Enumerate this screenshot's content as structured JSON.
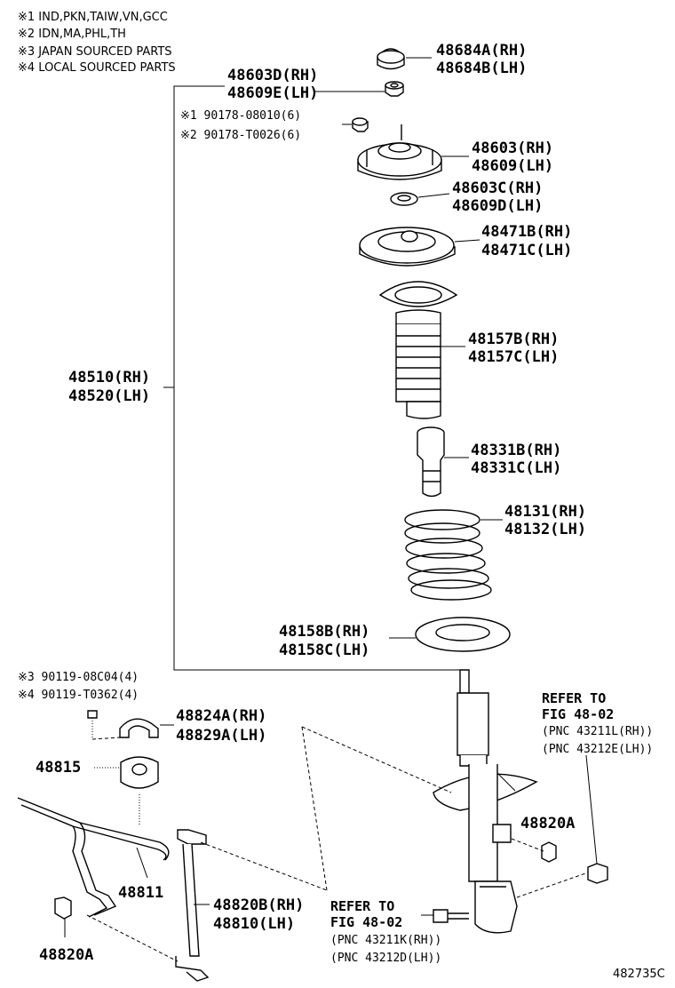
{
  "notes": [
    "※1  IND,PKN,TAIW,VN,GCC",
    "※2  IDN,MA,PHL,TH",
    "※3  JAPAN SOURCED PARTS",
    "※4  LOCAL SOURCED PARTS"
  ],
  "labels": {
    "support_cover": [
      "48684A(RH)",
      "48684B(LH)"
    ],
    "nut_group": [
      "48603D(RH)",
      "48609E(LH)"
    ],
    "bolt": [
      "※1 90178-08010(6)",
      "※2 90178-T0026(6)"
    ],
    "support": [
      "48603(RH)",
      "48609(LH)"
    ],
    "bearing": [
      "48603C(RH)",
      "48609D(LH)"
    ],
    "upper_seat": [
      "48471B(RH)",
      "48471C(LH)"
    ],
    "boot": [
      "48157B(RH)",
      "48157C(LH)"
    ],
    "bumper": [
      "48331B(RH)",
      "48331C(LH)"
    ],
    "coil_spring": [
      "48131(RH)",
      "48132(LH)"
    ],
    "insulator": [
      "48158B(RH)",
      "48158C(LH)"
    ],
    "strut_assy": [
      "48510(RH)",
      "48520(LH)"
    ],
    "strut_bolt": [
      "※3 90119-08C04(4)",
      "※4 90119-T0362(4)"
    ],
    "bracket": [
      "48824A(RH)",
      "48829A(LH)"
    ],
    "bushing": "48815",
    "stabilizer_bar": "48811",
    "nut_left": "48820A",
    "nut_right": "48820A",
    "link": [
      "48820B(RH)",
      "48810(LH)"
    ],
    "refer_right": [
      "REFER TO",
      "FIG 48-02",
      "(PNC 43211L(RH))",
      "(PNC 43212E(LH))"
    ],
    "refer_bottom": [
      "REFER TO",
      "FIG 48-02",
      "(PNC 43211K(RH))",
      "(PNC 43212D(LH))"
    ],
    "figure_code": "482735C"
  }
}
